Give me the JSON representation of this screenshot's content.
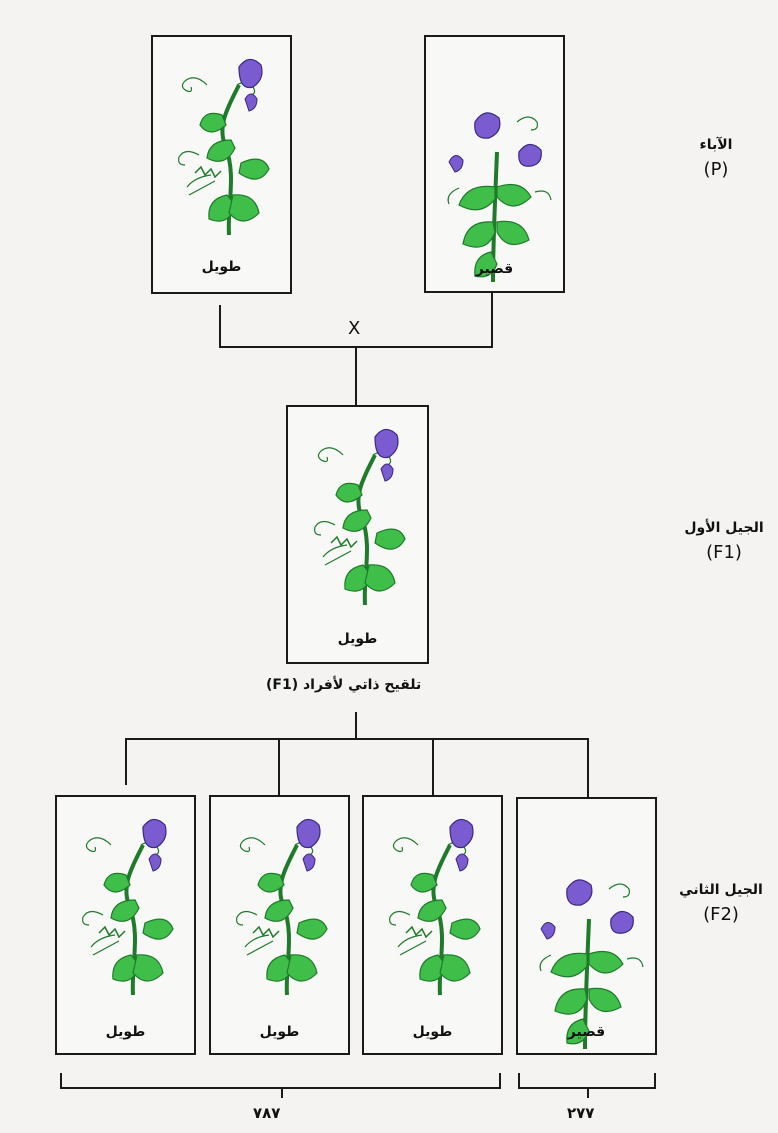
{
  "generations": {
    "p": {
      "label": "الآباء",
      "code": "(P)"
    },
    "f1": {
      "label": "الجيل الأول",
      "code": "(F1)"
    },
    "f2": {
      "label": "الجيل الثاني",
      "code": "(F2)"
    }
  },
  "cross_symbol": "X",
  "selfing_label": "تلقيح ذاتي لأفراد (F1)",
  "parents": {
    "tall": {
      "label": "طويل"
    },
    "short": {
      "label": "قصير"
    }
  },
  "f1_plant": {
    "label": "طويل"
  },
  "f2_plants": [
    {
      "label": "طويل"
    },
    {
      "label": "طويل"
    },
    {
      "label": "طويل"
    },
    {
      "label": "قصير"
    }
  ],
  "counts": {
    "tall": "٧٨٧",
    "short": "٢٧٧"
  },
  "colors": {
    "leaf": "#3fbf4a",
    "leaf_dark": "#1f7a2a",
    "flower": "#7a5bd0",
    "flower_dark": "#3c2a80",
    "line": "#1a1a1a"
  }
}
